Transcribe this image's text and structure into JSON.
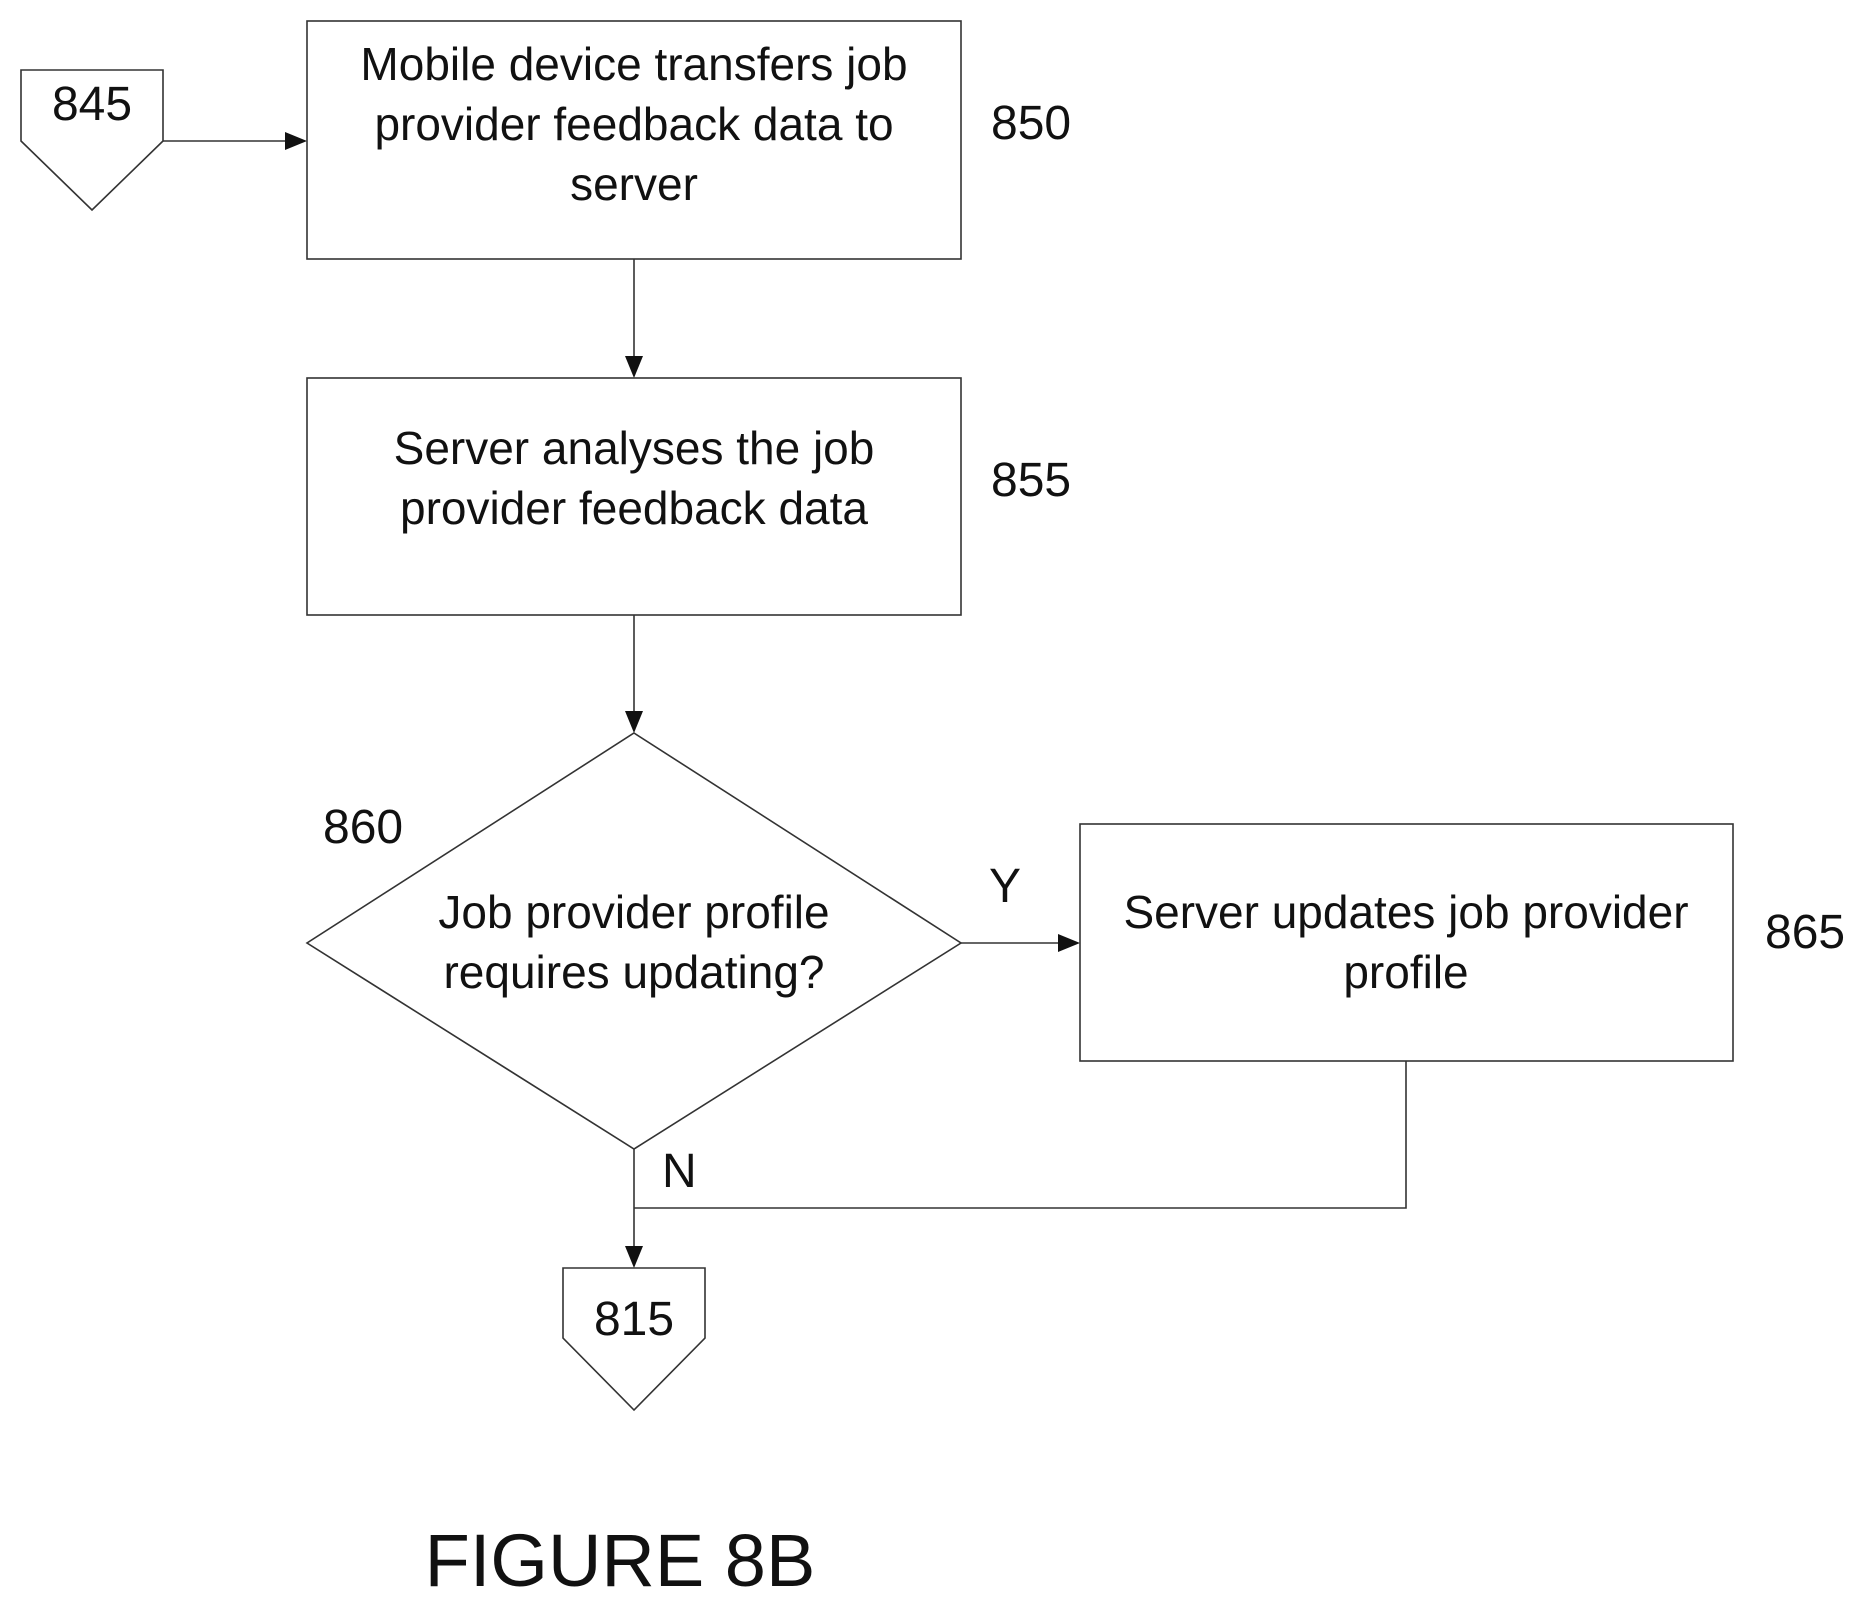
{
  "figure": {
    "caption": "FIGURE 8B"
  },
  "connectors": {
    "entry": "845",
    "exit": "815"
  },
  "steps": {
    "s850": {
      "ref": "850",
      "lines": [
        "Mobile device transfers job",
        "provider feedback data to",
        "server"
      ]
    },
    "s855": {
      "ref": "855",
      "lines": [
        "Server analyses the job",
        "provider feedback data"
      ]
    },
    "s860": {
      "ref": "860",
      "lines": [
        "Job provider profile",
        "requires updating?"
      ]
    },
    "s865": {
      "ref": "865",
      "lines": [
        "Server updates job provider",
        "profile"
      ]
    }
  },
  "branches": {
    "yes": "Y",
    "no": "N"
  }
}
